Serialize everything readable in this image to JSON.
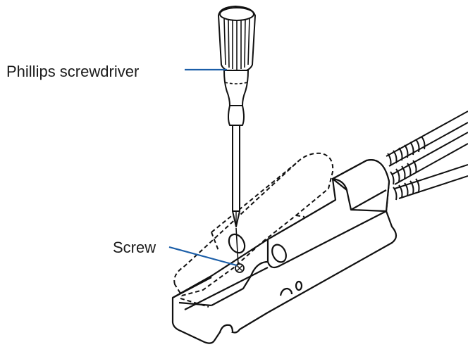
{
  "labels": {
    "screwdriver": "Phillips screwdriver",
    "screw": "Screw"
  },
  "colors": {
    "line": "#111111",
    "leader": "#1b5ea8",
    "background": "#ffffff"
  },
  "icons": [
    "phillips-screwdriver-icon",
    "clip-body",
    "screw-icon",
    "cable-bundle"
  ]
}
